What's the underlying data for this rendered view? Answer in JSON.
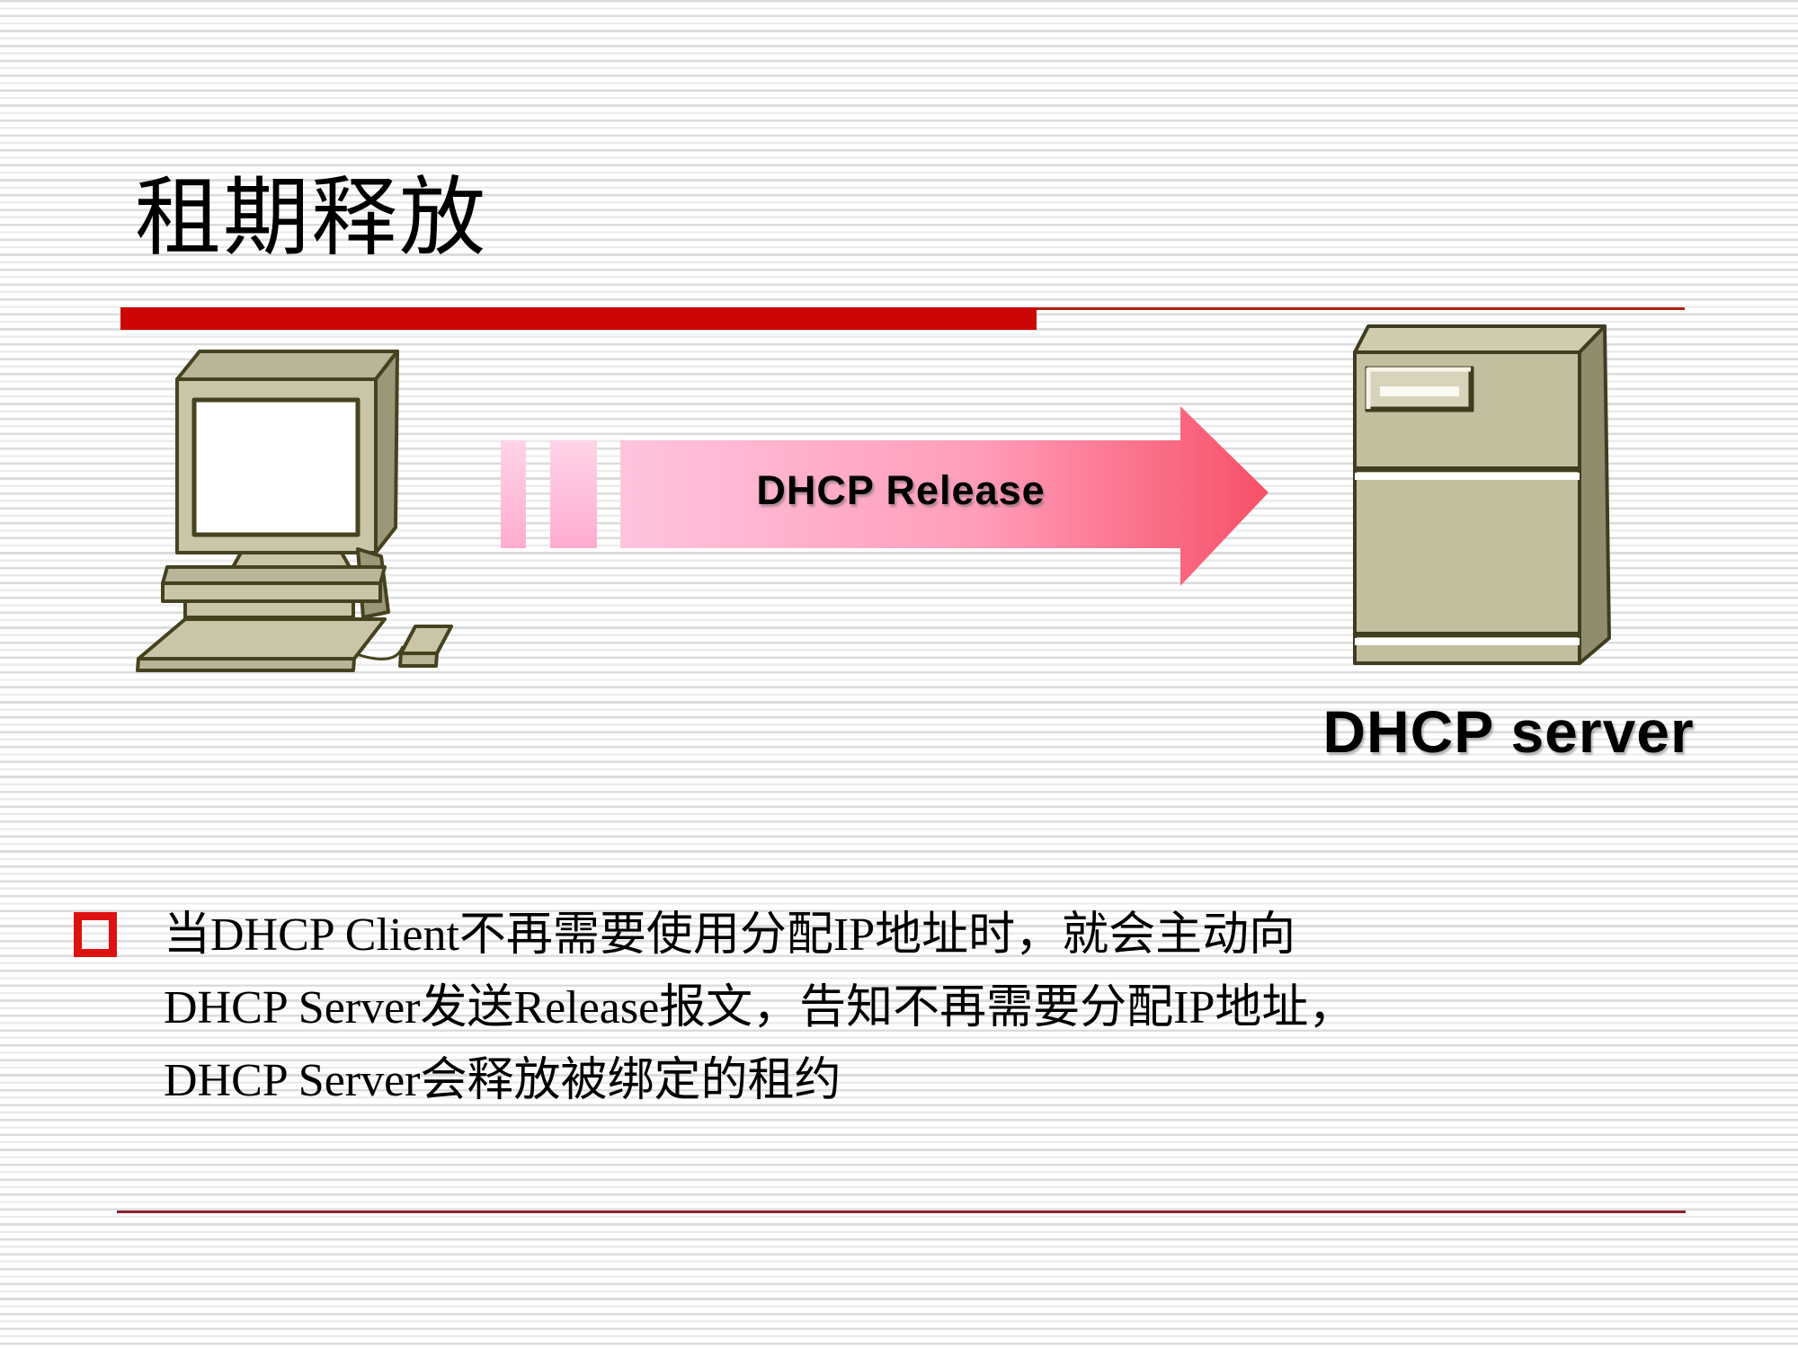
{
  "slide": {
    "title": "租期释放",
    "colors": {
      "accent_bar": "#cc0505",
      "accent_thin_line": "#b02310",
      "bottom_rule": "#8b2332",
      "bullet_marker": "#dd1111",
      "arrow_pink_light": "#ffc4de",
      "arrow_pink_deep": "#f85068",
      "machine_body_beige": "#c9c6a8",
      "machine_side_shadow": "#9a9878",
      "machine_outline": "#45431f"
    }
  },
  "diagram": {
    "client_icon": "desktop-computer-icon",
    "server_icon": "server-tower-icon",
    "arrow_label": "DHCP Release",
    "server_label": "DHCP server"
  },
  "bullet": {
    "marker": "hollow-red-square",
    "lines": [
      "当DHCP Client不再需要使用分配IP地址时，就会主动向",
      "DHCP Server发送Release报文，告知不再需要分配IP地址，",
      "DHCP Server会释放被绑定的租约"
    ]
  }
}
